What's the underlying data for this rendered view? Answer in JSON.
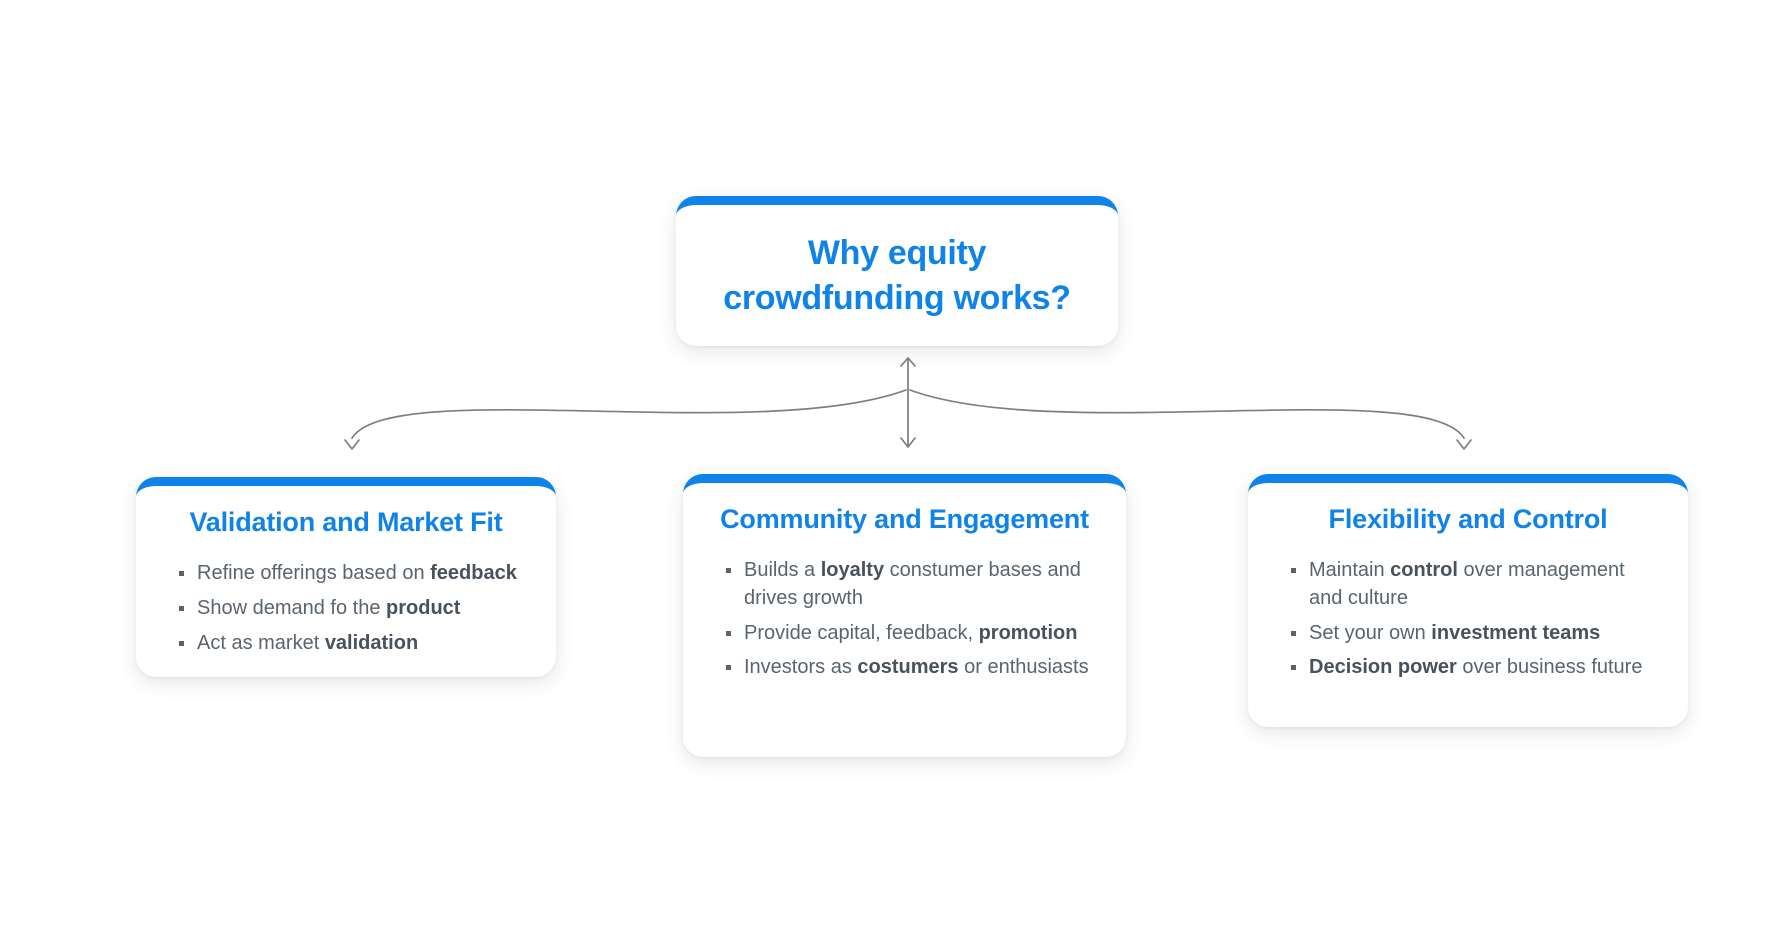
{
  "colors": {
    "accent": "#1083e8",
    "text": "#5a646e",
    "text_bold": "#47525c",
    "arrow": "#7e7e7e",
    "card_bg": "#ffffff"
  },
  "root": {
    "title": "Why equity crowdfunding works?"
  },
  "branches": [
    {
      "title": "Validation and Market Fit",
      "bullets": [
        {
          "pre": "Refine offerings based on ",
          "bold": "feedback",
          "post": ""
        },
        {
          "pre": "Show demand fo the ",
          "bold": "product",
          "post": ""
        },
        {
          "pre": "Act as market ",
          "bold": "validation",
          "post": ""
        }
      ]
    },
    {
      "title": "Community and Engagement",
      "bullets": [
        {
          "pre": "Builds a ",
          "bold": "loyalty",
          "post": " constumer bases and drives growth"
        },
        {
          "pre": "Provide capital, feedback, ",
          "bold": "promotion",
          "post": ""
        },
        {
          "pre": "Investors as ",
          "bold": "costumers",
          "post": " or enthusiasts"
        }
      ]
    },
    {
      "title": "Flexibility and Control",
      "bullets": [
        {
          "pre": "Maintain ",
          "bold": "control",
          "post": " over management and culture"
        },
        {
          "pre": "Set your own ",
          "bold": "investment teams",
          "post": ""
        },
        {
          "pre": "",
          "bold": "Decision power",
          "post": " over business future"
        }
      ]
    }
  ]
}
